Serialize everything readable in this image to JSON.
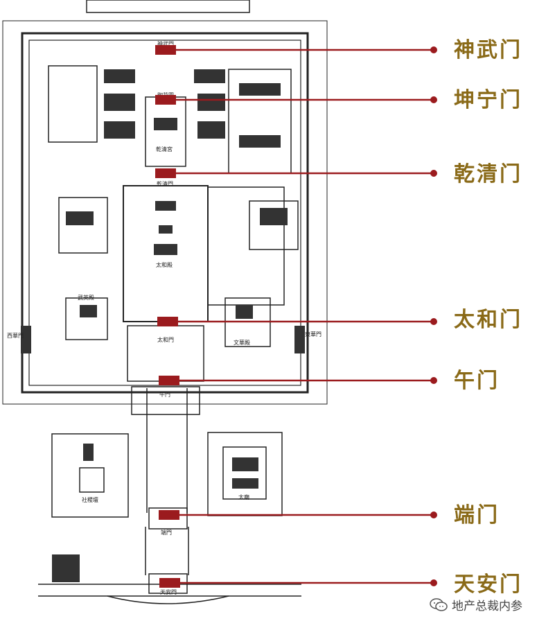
{
  "colors": {
    "accent": "#9B1B1E",
    "label": "#8A6A18",
    "line": "#333333"
  },
  "gates": [
    {
      "name": "神武门",
      "id": "shenwu-gate"
    },
    {
      "name": "坤宁门",
      "id": "kunning-gate"
    },
    {
      "name": "乾清门",
      "id": "qianqing-gate"
    },
    {
      "name": "太和门",
      "id": "taihe-gate"
    },
    {
      "name": "午门",
      "id": "wu-gate"
    },
    {
      "name": "端门",
      "id": "duan-gate"
    },
    {
      "name": "天安门",
      "id": "tianan-gate"
    }
  ],
  "map_labels": {
    "shenwu": "神武門",
    "yuhuayuan": "御花園",
    "qianqinggong": "乾清宮",
    "qianqingmen": "乾清門",
    "taihedian": "太和殿",
    "taihemen": "太和門",
    "wuyingdian": "武英殿",
    "wenhuadian": "文華殿",
    "xihuamen": "西華門",
    "donghuamen": "東華門",
    "wumen": "午門",
    "shejitan": "社稷壇",
    "taimiao": "太廟",
    "duanmen": "端門",
    "tiananmen": "天安門"
  },
  "watermark": {
    "text": "地产总裁内参",
    "icon": "wechat-icon"
  }
}
